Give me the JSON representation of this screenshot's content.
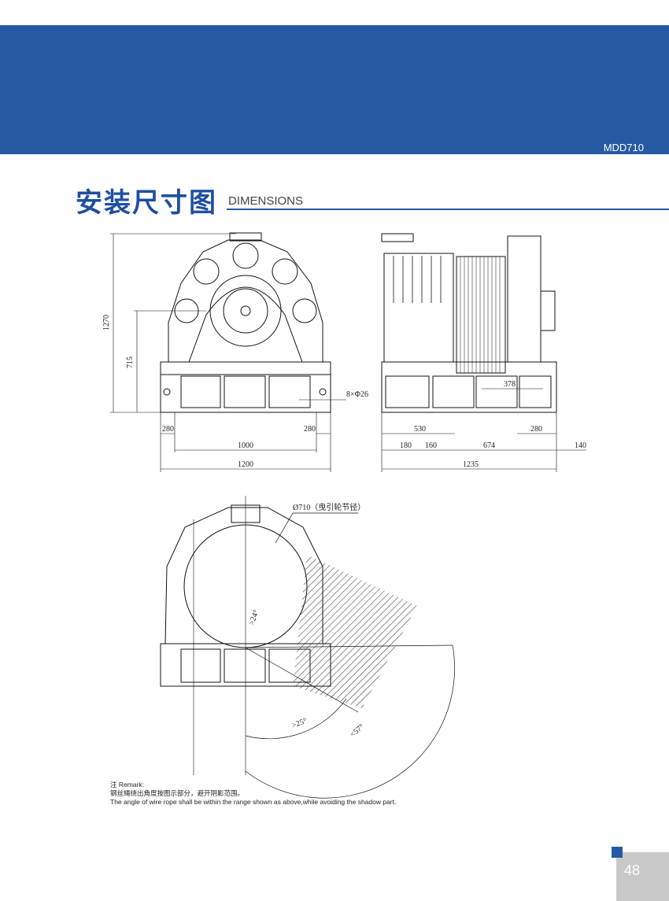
{
  "header": {
    "model": "MDD710"
  },
  "title": {
    "cn": "安装尺寸图",
    "en": "DIMENSIONS"
  },
  "front_view": {
    "height_total": "1270",
    "height_center": "715",
    "left_offset": "280",
    "center_span": "1000",
    "right_offset": "280",
    "width_total": "1200",
    "holes": "8×Φ26"
  },
  "side_view": {
    "sheave_offset": "378",
    "dim_530": "530",
    "dim_280": "280",
    "dim_180": "180",
    "dim_160": "160",
    "dim_674": "674",
    "dim_140": "140",
    "length_total": "1235"
  },
  "rope_view": {
    "sheave_diameter": "Ø710（曳引轮节径）",
    "angle_min_a": ">24°",
    "angle_min_b": ">25°",
    "angle_max": "<57°"
  },
  "remark": {
    "label": "注 Remark:",
    "cn": "钢丝绳绕出角度按图示部分，避开阴影范围。",
    "en": "The angle of wire rope shall be within the range shown as above,while avoiding the shadow part."
  },
  "page_number": "48"
}
